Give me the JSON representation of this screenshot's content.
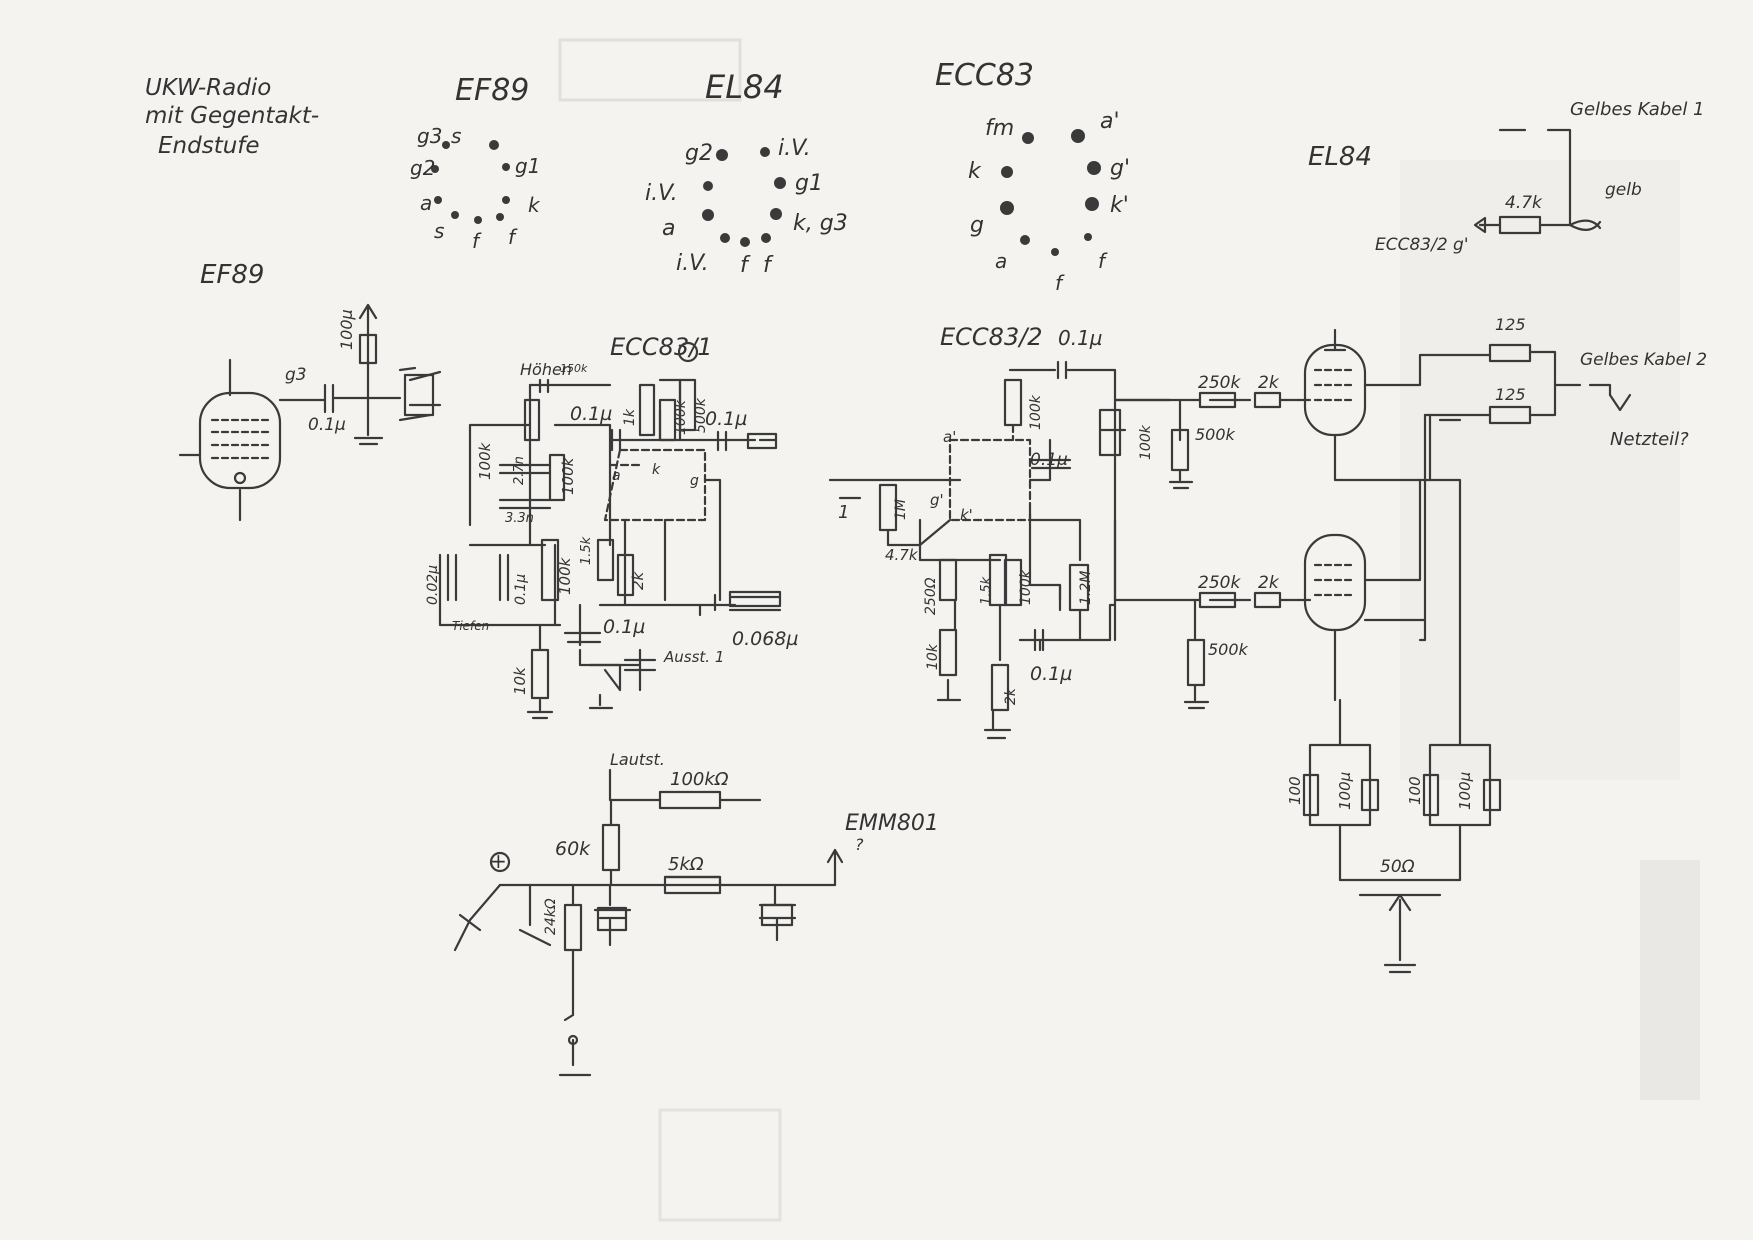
{
  "title": [
    "UKW-Radio",
    "mit Gegentakt-",
    "Endstufe"
  ],
  "colors": {
    "paper": "#f4f3ef",
    "ink": "#3a3a3a",
    "ghost": "#d4d3cf"
  },
  "pinouts": {
    "ef89": {
      "name": "EF89",
      "pins": [
        "g3",
        "s",
        "g2",
        "g1",
        "a",
        "k",
        "s",
        "f",
        "f"
      ]
    },
    "el84": {
      "name": "EL84",
      "pins": [
        "g2",
        "i.V.",
        "i.V.",
        "g1",
        "a",
        "k, g3",
        "i.V.",
        "f",
        "f"
      ]
    },
    "ecc83": {
      "name": "ECC83",
      "pins": [
        "fm",
        "a'",
        "k",
        "g'",
        "g",
        "k'",
        "a",
        "f",
        "f"
      ]
    }
  },
  "stages": {
    "ef89": {
      "name": "EF89",
      "g3": "g3",
      "cap": "0.1µ",
      "elko": "100µ"
    },
    "ecc83_1": {
      "name": "ECC83/1",
      "hoehen": "Höhen",
      "r_150k": "150k",
      "c_01a": "0.1µ",
      "r_100k_a": "100k",
      "r_1k": "1k",
      "r_100k_b": "100k",
      "c_01b": "0.1µ",
      "r_100k_c": "100k",
      "c_27n": "2.7n",
      "c_33n": "3.3n",
      "r_100k_d": "100k",
      "a": "a",
      "k": "k",
      "g": "g",
      "c_002": "0.02µ",
      "c_01c": "0.1µ",
      "r_500k": "500k",
      "r_10k": "10k",
      "r_15k": "1.5k",
      "r_2k": "2k",
      "c_01d": "0.1µ",
      "c_0068": "0.068µ",
      "tiefen": "Tiefen",
      "aussteuer": "Ausst. 1"
    },
    "ecc83_2": {
      "name": "ECC83/2",
      "c_01a": "0.1µ",
      "r_100k_a": "100k",
      "a1": "a'",
      "r_1M": "1M",
      "g1": "g'",
      "c_01b": "0.1µ",
      "k1": "k'",
      "r_47k": "4.7k",
      "r_100k_b": "100k",
      "r_250": "250Ω",
      "r_15k": "1.5k",
      "r_10k": "10k",
      "r_2k": "2k",
      "r_100k_c": "100k",
      "r_12M": "1.2M",
      "c_01c": "0.1µ"
    },
    "out_top": {
      "r_250k": "250k",
      "r_2k": "2k",
      "r_500k": "500k"
    },
    "out_bottom": {
      "r_250k": "250k",
      "r_2k": "2k",
      "r_500k": "500k"
    },
    "el84": {
      "name": "EL84",
      "r_125a": "125",
      "r_125b": "125",
      "r_100a": "100",
      "c_100a": "100µ",
      "r_100b": "100",
      "c_100b": "100µ",
      "pot": "50Ω"
    },
    "feedback": {
      "r": "4.7k",
      "label": "ECC83/2 g'",
      "gelb": "gelb"
    }
  },
  "cables": {
    "c1": "Gelbes Kabel 1",
    "c2": "Gelbes Kabel 2",
    "netzteil": "Netzteil?"
  },
  "indicator": {
    "lautst": "Lautst.",
    "r_100k": "100kΩ",
    "r_60k": "60k",
    "r_5k": "5kΩ",
    "r_24k": "24kΩ",
    "emm": "EMM801",
    "emm_q": "?",
    "plus": "+"
  },
  "labels": {
    "one": "1"
  }
}
